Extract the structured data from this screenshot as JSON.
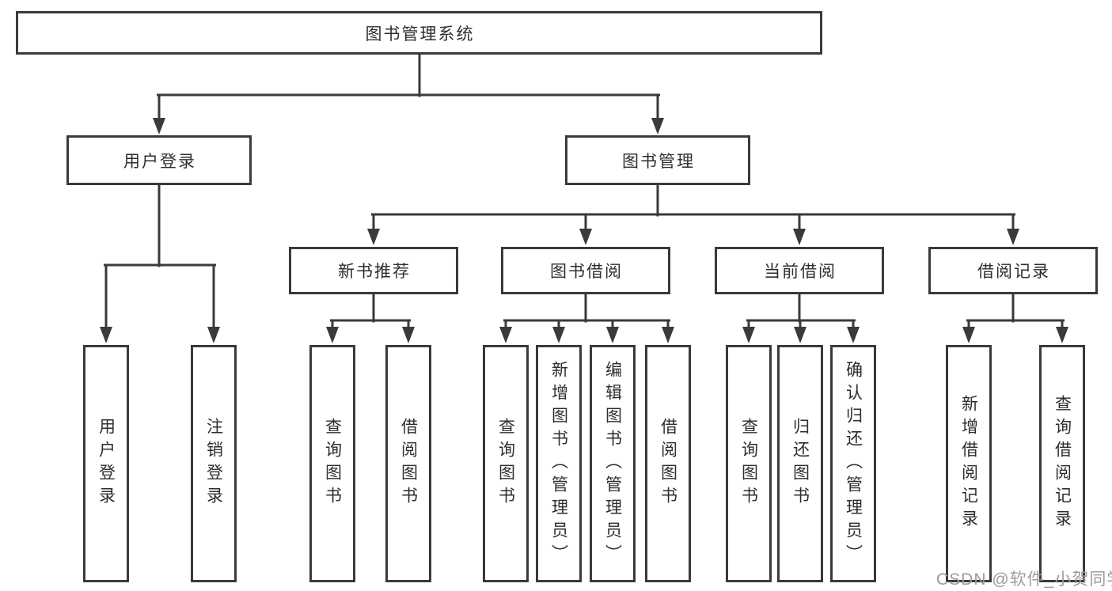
{
  "tree": {
    "label": "图书管理系统",
    "children": [
      {
        "label": "用户登录",
        "children": [
          {
            "label": "用户登录"
          },
          {
            "label": "注销登录"
          }
        ]
      },
      {
        "label": "图书管理",
        "children": [
          {
            "label": "新书推荐",
            "children": [
              {
                "label": "查询图书"
              },
              {
                "label": "借阅图书"
              }
            ]
          },
          {
            "label": "图书借阅",
            "children": [
              {
                "label": "查询图书"
              },
              {
                "label": "新增图书（管理员）"
              },
              {
                "label": "编辑图书（管理员）"
              },
              {
                "label": "借阅图书"
              }
            ]
          },
          {
            "label": "当前借阅",
            "children": [
              {
                "label": "查询图书"
              },
              {
                "label": "归还图书"
              },
              {
                "label": "确认归还（管理员）"
              }
            ]
          },
          {
            "label": "借阅记录",
            "children": [
              {
                "label": "新增借阅记录"
              },
              {
                "label": "查询借阅记录"
              }
            ]
          }
        ]
      }
    ]
  },
  "watermark": {
    "text": "CSDN @软件_小贺同学",
    "color": "#9c9c9c"
  },
  "colors": {
    "line": "#3a3a3a",
    "text": "#2e2e2e",
    "background": "#ffffff"
  }
}
